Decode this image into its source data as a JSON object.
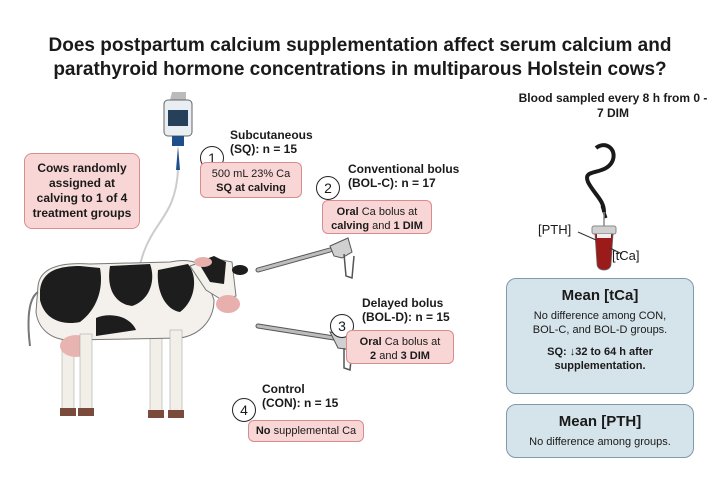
{
  "title": "Does postpartum calcium supplementation affect serum calcium and parathyroid hormone concentrations in multiparous Holstein cows?",
  "intro": "Cows randomly assigned at calving to 1 of 4 treatment groups",
  "blood_sampling": "Blood sampled every 8 h from 0 - 7 DIM",
  "tube_labels": {
    "pth": "[PTH]",
    "tca": "[tCa]"
  },
  "groups": [
    {
      "number": "1",
      "label_line1": "Subcutaneous",
      "label_line2": "(SQ): n = 15",
      "desc_line1": "500 mL 23% Ca",
      "desc_line2_bold": "SQ at calving",
      "desc_line2_rest": ""
    },
    {
      "number": "2",
      "label_line1": "Conventional bolus",
      "label_line2": "(BOL-C): n = 17",
      "desc_bold1": "Oral",
      "desc_rest1": " Ca bolus at",
      "desc_bold2": "calving",
      "desc_mid2": " and ",
      "desc_bold3": "1 DIM"
    },
    {
      "number": "3",
      "label_line1": "Delayed bolus",
      "label_line2": "(BOL-D): n = 15",
      "desc_bold1": "Oral",
      "desc_rest1": " Ca bolus at",
      "desc_bold2": "2",
      "desc_mid2": " and ",
      "desc_bold3": "3 DIM"
    },
    {
      "number": "4",
      "label_line1": "Control",
      "label_line2": "(CON): n = 15",
      "desc_bold1": "No",
      "desc_rest1": " supplemental Ca"
    }
  ],
  "results": {
    "tca": {
      "heading": "Mean [tCa]",
      "line1": "No difference among CON,",
      "line2": "BOL-C, and BOL-D groups.",
      "sq_line1": "SQ: ↓32 to 64 h after",
      "sq_line2": "supplementation."
    },
    "pth": {
      "heading": "Mean [PTH]",
      "line1": "No difference among groups."
    }
  },
  "colors": {
    "pink_fill": "#f9d6d6",
    "pink_border": "#d98c8c",
    "blue_fill": "#d5e3ea",
    "blood_red": "#9b1b1b"
  },
  "icons": [
    "iv-bag-icon",
    "cow-illustration",
    "bolus-gun-icon",
    "blood-tube-icon"
  ]
}
